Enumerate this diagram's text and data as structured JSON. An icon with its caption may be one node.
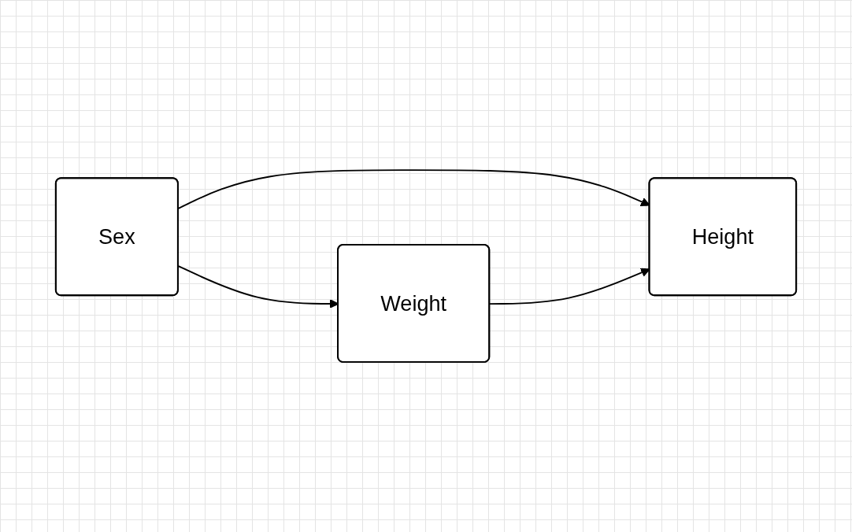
{
  "diagram": {
    "nodes": [
      {
        "text": [
          "Sex"
        ]
      },
      {
        "text": [
          "Height"
        ]
      },
      {
        "text": [
          "Weight"
        ]
      }
    ],
    "edges": [
      {
        "from": 0,
        "to": 1,
        "arrow": "to"
      },
      {
        "from": 0,
        "to": 2,
        "arrow": "to"
      },
      {
        "from": 2,
        "to": 1,
        "arrow": "to"
      }
    ]
  }
}
